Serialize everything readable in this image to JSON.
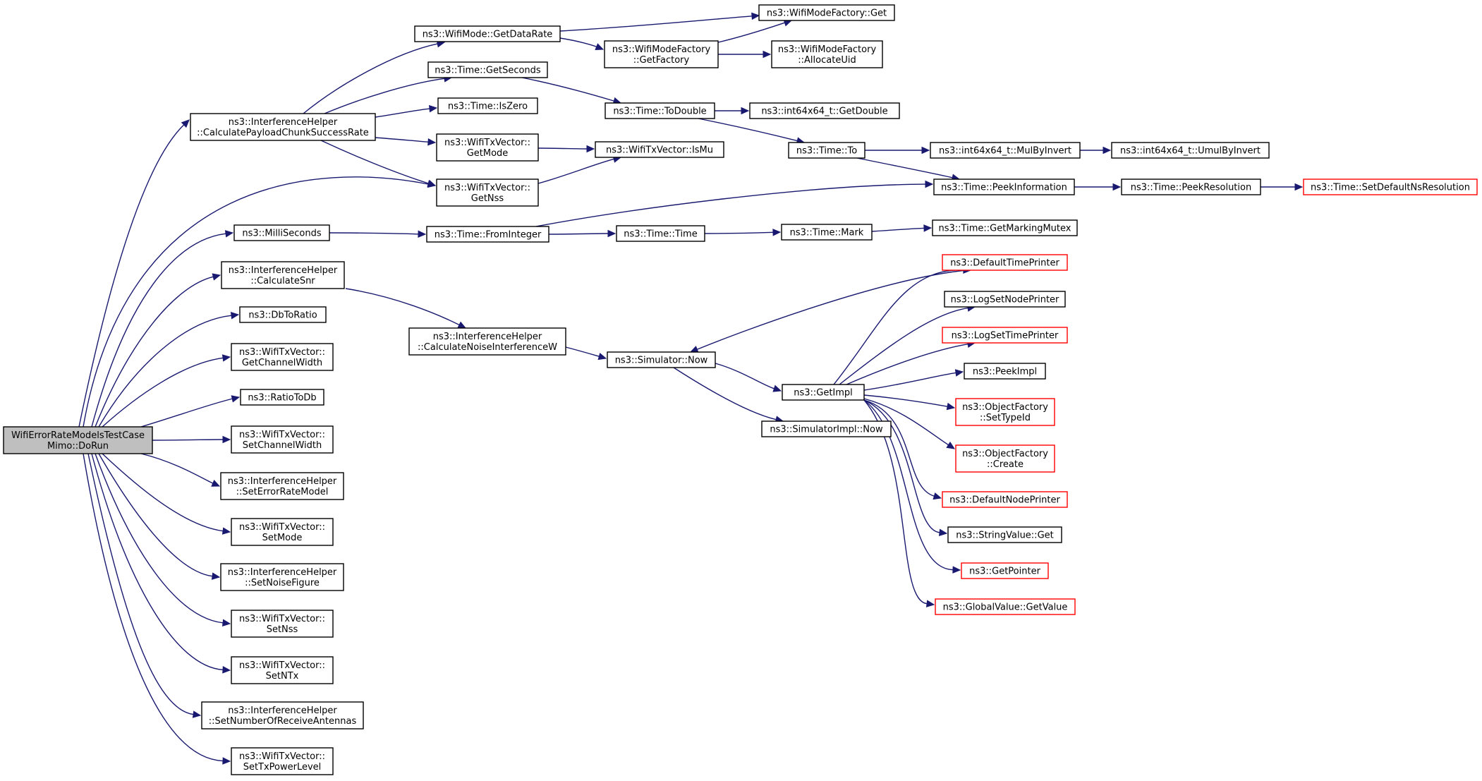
{
  "diagram": {
    "type": "call-graph",
    "edge_color": "#191970",
    "root_fill": "#bfbfbf",
    "truncated_border": "#ff0000",
    "nodes": [
      {
        "id": "root",
        "lines": [
          "WifiErrorRateModelsTestCase",
          "Mimo::DoRun"
        ],
        "root": true
      },
      {
        "id": "calcPayload",
        "lines": [
          "ns3::InterferenceHelper",
          "::CalculatePayloadChunkSuccessRate"
        ]
      },
      {
        "id": "milli",
        "lines": [
          "ns3::MilliSeconds"
        ]
      },
      {
        "id": "calcSnr",
        "lines": [
          "ns3::InterferenceHelper",
          "::CalculateSnr"
        ]
      },
      {
        "id": "dbToRatio",
        "lines": [
          "ns3::DbToRatio"
        ]
      },
      {
        "id": "getChWidth",
        "lines": [
          "ns3::WifiTxVector::",
          "GetChannelWidth"
        ]
      },
      {
        "id": "ratioToDb",
        "lines": [
          "ns3::RatioToDb"
        ]
      },
      {
        "id": "setChWidth",
        "lines": [
          "ns3::WifiTxVector::",
          "SetChannelWidth"
        ]
      },
      {
        "id": "setErm",
        "lines": [
          "ns3::InterferenceHelper",
          "::SetErrorRateModel"
        ]
      },
      {
        "id": "setMode",
        "lines": [
          "ns3::WifiTxVector::",
          "SetMode"
        ]
      },
      {
        "id": "setNoise",
        "lines": [
          "ns3::InterferenceHelper",
          "::SetNoiseFigure"
        ]
      },
      {
        "id": "setNss",
        "lines": [
          "ns3::WifiTxVector::",
          "SetNss"
        ]
      },
      {
        "id": "setNTx",
        "lines": [
          "ns3::WifiTxVector::",
          "SetNTx"
        ]
      },
      {
        "id": "setNumAnt",
        "lines": [
          "ns3::InterferenceHelper",
          "::SetNumberOfReceiveAntennas"
        ]
      },
      {
        "id": "setTxPower",
        "lines": [
          "ns3::WifiTxVector::",
          "SetTxPowerLevel"
        ]
      },
      {
        "id": "getDataRate",
        "lines": [
          "ns3::WifiMode::GetDataRate"
        ]
      },
      {
        "id": "getSeconds",
        "lines": [
          "ns3::Time::GetSeconds"
        ]
      },
      {
        "id": "isZero",
        "lines": [
          "ns3::Time::IsZero"
        ]
      },
      {
        "id": "getModeV",
        "lines": [
          "ns3::WifiTxVector::",
          "GetMode"
        ]
      },
      {
        "id": "getNss",
        "lines": [
          "ns3::WifiTxVector::",
          "GetNss"
        ]
      },
      {
        "id": "fromInteger",
        "lines": [
          "ns3::Time::FromInteger"
        ]
      },
      {
        "id": "calcNoise",
        "lines": [
          "ns3::InterferenceHelper",
          "::CalculateNoiseInterferenceW"
        ]
      },
      {
        "id": "wmfGet",
        "lines": [
          "ns3::WifiModeFactory::Get"
        ]
      },
      {
        "id": "wmfGetFactory",
        "lines": [
          "ns3::WifiModeFactory",
          "::GetFactory"
        ]
      },
      {
        "id": "wmfAlloc",
        "lines": [
          "ns3::WifiModeFactory",
          "::AllocateUid"
        ]
      },
      {
        "id": "toDouble",
        "lines": [
          "ns3::Time::ToDouble"
        ]
      },
      {
        "id": "isMu",
        "lines": [
          "ns3::WifiTxVector::IsMu"
        ]
      },
      {
        "id": "timeTime",
        "lines": [
          "ns3::Time::Time"
        ]
      },
      {
        "id": "simNow",
        "lines": [
          "ns3::Simulator::Now"
        ]
      },
      {
        "id": "getDouble",
        "lines": [
          "ns3::int64x64_t::GetDouble"
        ]
      },
      {
        "id": "timeTo",
        "lines": [
          "ns3::Time::To"
        ]
      },
      {
        "id": "timeMark",
        "lines": [
          "ns3::Time::Mark"
        ]
      },
      {
        "id": "getImpl",
        "lines": [
          "ns3::GetImpl"
        ]
      },
      {
        "id": "simImplNow",
        "lines": [
          "ns3::SimulatorImpl::Now"
        ]
      },
      {
        "id": "mulByInv",
        "lines": [
          "ns3::int64x64_t::MulByInvert"
        ]
      },
      {
        "id": "umulByInv",
        "lines": [
          "ns3::int64x64_t::UmulByInvert"
        ]
      },
      {
        "id": "peekInfo",
        "lines": [
          "ns3::Time::PeekInformation"
        ]
      },
      {
        "id": "peekRes",
        "lines": [
          "ns3::Time::PeekResolution"
        ]
      },
      {
        "id": "setDefNs",
        "lines": [
          "ns3::Time::SetDefaultNsResolution"
        ],
        "truncated": true
      },
      {
        "id": "getMarkMutex",
        "lines": [
          "ns3::Time::GetMarkingMutex"
        ]
      },
      {
        "id": "defTimePrinter",
        "lines": [
          "ns3::DefaultTimePrinter"
        ],
        "truncated": true
      },
      {
        "id": "logSetNode",
        "lines": [
          "ns3::LogSetNodePrinter"
        ]
      },
      {
        "id": "logSetTime",
        "lines": [
          "ns3::LogSetTimePrinter"
        ],
        "truncated": true
      },
      {
        "id": "peekImpl",
        "lines": [
          "ns3::PeekImpl"
        ]
      },
      {
        "id": "ofSetTypeId",
        "lines": [
          "ns3::ObjectFactory",
          "::SetTypeId"
        ],
        "truncated": true
      },
      {
        "id": "ofCreate",
        "lines": [
          "ns3::ObjectFactory",
          "::Create"
        ],
        "truncated": true
      },
      {
        "id": "defNodePrinter",
        "lines": [
          "ns3::DefaultNodePrinter"
        ],
        "truncated": true
      },
      {
        "id": "strValGet",
        "lines": [
          "ns3::StringValue::Get"
        ]
      },
      {
        "id": "getPointer",
        "lines": [
          "ns3::GetPointer"
        ],
        "truncated": true
      },
      {
        "id": "gvGetValue",
        "lines": [
          "ns3::GlobalValue::GetValue"
        ],
        "truncated": true
      }
    ],
    "edges": [
      [
        "root",
        "calcPayload"
      ],
      [
        "root",
        "getNss"
      ],
      [
        "root",
        "milli"
      ],
      [
        "root",
        "calcSnr"
      ],
      [
        "root",
        "dbToRatio"
      ],
      [
        "root",
        "getChWidth"
      ],
      [
        "root",
        "ratioToDb"
      ],
      [
        "root",
        "setChWidth"
      ],
      [
        "root",
        "setErm"
      ],
      [
        "root",
        "setMode"
      ],
      [
        "root",
        "setNoise"
      ],
      [
        "root",
        "setNss"
      ],
      [
        "root",
        "setNTx"
      ],
      [
        "root",
        "setNumAnt"
      ],
      [
        "root",
        "setTxPower"
      ],
      [
        "calcPayload",
        "getDataRate"
      ],
      [
        "calcPayload",
        "getSeconds"
      ],
      [
        "calcPayload",
        "isZero"
      ],
      [
        "calcPayload",
        "getModeV"
      ],
      [
        "calcPayload",
        "getNss"
      ],
      [
        "getDataRate",
        "wmfGet"
      ],
      [
        "getDataRate",
        "wmfGetFactory"
      ],
      [
        "wmfGetFactory",
        "wmfGet"
      ],
      [
        "wmfGetFactory",
        "wmfAlloc"
      ],
      [
        "getSeconds",
        "toDouble"
      ],
      [
        "toDouble",
        "getDouble"
      ],
      [
        "toDouble",
        "timeTo"
      ],
      [
        "timeTo",
        "mulByInv"
      ],
      [
        "timeTo",
        "peekInfo"
      ],
      [
        "mulByInv",
        "umulByInv"
      ],
      [
        "peekInfo",
        "peekRes"
      ],
      [
        "peekRes",
        "setDefNs"
      ],
      [
        "getModeV",
        "isMu"
      ],
      [
        "getNss",
        "isMu"
      ],
      [
        "milli",
        "fromInteger"
      ],
      [
        "fromInteger",
        "peekInfo"
      ],
      [
        "fromInteger",
        "timeTime"
      ],
      [
        "timeTime",
        "timeMark"
      ],
      [
        "timeMark",
        "getMarkMutex"
      ],
      [
        "calcSnr",
        "calcNoise"
      ],
      [
        "calcNoise",
        "simNow"
      ],
      [
        "simNow",
        "getImpl"
      ],
      [
        "simNow",
        "simImplNow"
      ],
      [
        "getImpl",
        "defTimePrinter"
      ],
      [
        "defTimePrinter",
        "simNow"
      ],
      [
        "getImpl",
        "logSetNode"
      ],
      [
        "getImpl",
        "logSetTime"
      ],
      [
        "getImpl",
        "peekImpl"
      ],
      [
        "getImpl",
        "ofSetTypeId"
      ],
      [
        "getImpl",
        "ofCreate"
      ],
      [
        "getImpl",
        "defNodePrinter"
      ],
      [
        "getImpl",
        "strValGet"
      ],
      [
        "getImpl",
        "getPointer"
      ],
      [
        "getImpl",
        "gvGetValue"
      ]
    ]
  }
}
